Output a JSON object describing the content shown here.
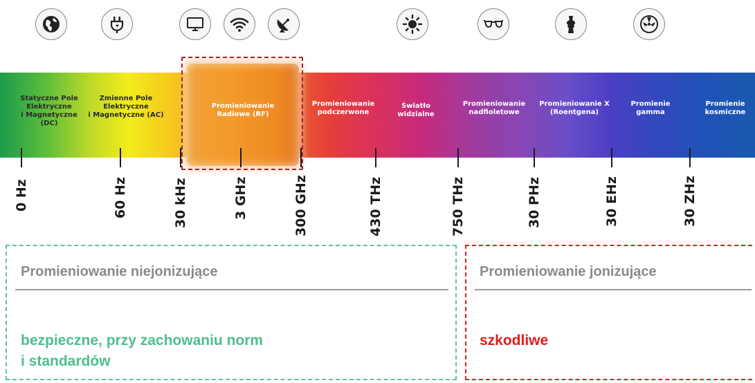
{
  "icons": [
    {
      "name": "globe-icon"
    },
    {
      "name": "power-plug-icon"
    },
    {
      "name": "monitor-icon"
    },
    {
      "name": "wifi-icon"
    },
    {
      "name": "satellite-dish-icon"
    },
    {
      "name": "sun-icon"
    },
    {
      "name": "glasses-icon"
    },
    {
      "name": "bone-joint-icon"
    },
    {
      "name": "radiation-icon"
    }
  ],
  "bands": [
    {
      "lines": [
        "Statyczne Pole",
        "Elektryczne",
        "i Magnetyczne",
        "(DC)"
      ]
    },
    {
      "lines": [
        "Zmienne Pole",
        "Elektryczne",
        "i Magnetyczne (AC)"
      ]
    },
    {
      "lines": [
        "Promieniowanie",
        "Radiowe (RF)"
      ]
    },
    {
      "lines": [
        "Promieniowanie",
        "podczerwone"
      ]
    },
    {
      "lines": [
        "Światło",
        "widzialne"
      ]
    },
    {
      "lines": [
        "Promieniowanie",
        "nadfioletowe"
      ]
    },
    {
      "lines": [
        "Promieniowanie X",
        "(Roentgena)"
      ]
    },
    {
      "lines": [
        "Promienie",
        "gamma"
      ]
    },
    {
      "lines": [
        "Promienie",
        "kosmiczne"
      ]
    }
  ],
  "frequencies": [
    "0 Hz",
    "60 Hz",
    "30 kHz",
    "3 GHz",
    "300 GHz",
    "430 THz",
    "750 THz",
    "30 PHz",
    "30 EHz",
    "30 ZHz"
  ],
  "non_ionizing": {
    "title": "Promieniowanie niejonizujące",
    "note_line1": "bezpieczne, przy zachowaniu norm",
    "note_line2": "i standardów",
    "color": "#4cbf8c"
  },
  "ionizing": {
    "title": "Promieniowanie jonizujące",
    "note": "szkodliwe",
    "color": "#e21c1c"
  }
}
